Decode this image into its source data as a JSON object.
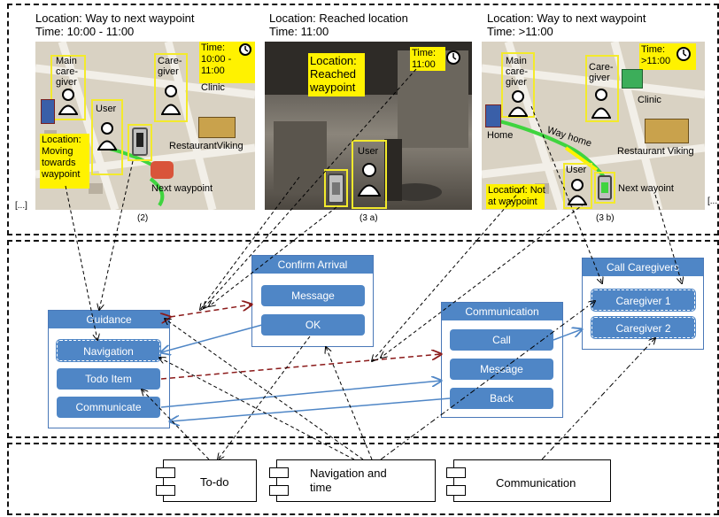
{
  "panels": [
    {
      "caption_line1": "Location: Way to next waypoint",
      "caption_line2": "Time: 10:00 - 11:00",
      "number": "(2)",
      "labels": {
        "main_caregiver": "Main\ncare-\ngiver",
        "caregiver": "Care-\ngiver",
        "user": "User",
        "clinic": "Clinic",
        "time_box": "Time:\n10:00 -\n11:00",
        "location_box": "Location:\nMoving\ntowards\nwaypoint",
        "restaurant": "RestaurantViking",
        "next_waypoint": "Next waypoint"
      }
    },
    {
      "caption_line1": "Location: Reached location",
      "caption_line2": "Time: 11:00",
      "number": "(3 a)",
      "labels": {
        "location_box": "Location:\nReached\nwaypoint",
        "time_box": "Time:\n11:00",
        "user": "User"
      }
    },
    {
      "caption_line1": "Location: Way to next waypoint",
      "caption_line2": "Time: >11:00",
      "number": "(3 b)",
      "labels": {
        "main_caregiver": "Main\ncare-\ngiver",
        "caregiver": "Care-\ngiver",
        "home": "Home",
        "clinic": "Clinic",
        "time_box": "Time:\n>11:00",
        "way_home": "Way home",
        "user": "User",
        "restaurant": "Restaurant Viking",
        "location_box": "Location: Not\nat waypoint",
        "next_waypoint": "Next wayoint"
      }
    }
  ],
  "ellipsis_left": "[...]",
  "ellipsis_right": "[...",
  "ui": {
    "guidance": {
      "title": "Guidance",
      "buttons": [
        "Navigation",
        "Todo Item",
        "Communicate"
      ]
    },
    "confirm": {
      "title": "Confirm Arrival",
      "buttons": [
        "Message",
        "OK"
      ]
    },
    "communication": {
      "title": "Communication",
      "buttons": [
        "Call",
        "Message",
        "Back"
      ]
    },
    "call_caregivers": {
      "title": "Call Caregivers",
      "buttons": [
        "Caregiver 1",
        "Caregiver 2"
      ]
    }
  },
  "components": {
    "todo": "To-do",
    "navigation": "Navigation and\ntime",
    "communication": "Communication"
  },
  "colors": {
    "ui_blue": "#4f86c6",
    "highlight_yellow": "#fff200",
    "arrow_red": "#8b1a1a",
    "arrow_blue": "#4f86c6",
    "route_green": "#3fd43f"
  }
}
